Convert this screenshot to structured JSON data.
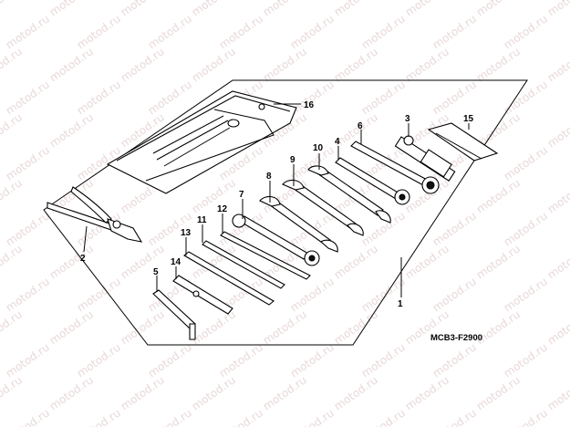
{
  "watermark": "motod.ru",
  "figure_code": "MCB3-F2900",
  "callouts": {
    "c1": "1",
    "c2": "2",
    "c3": "3",
    "c4": "4",
    "c5": "5",
    "c6": "6",
    "c7": "7",
    "c8": "8",
    "c9": "9",
    "c10": "10",
    "c11": "11",
    "c12": "12",
    "c13": "13",
    "c14": "14",
    "c15": "15",
    "c16": "16"
  }
}
